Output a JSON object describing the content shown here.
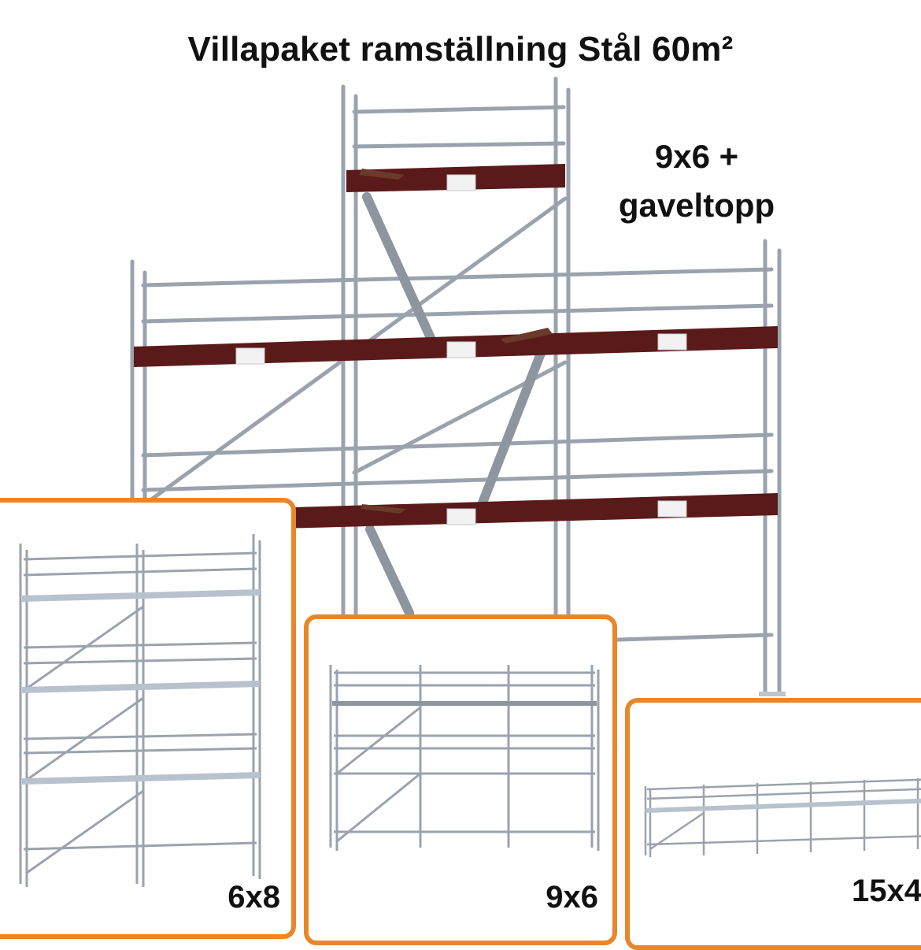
{
  "title": "Villapaket ramställning Stål 60m²",
  "main_label": {
    "line1": "9x6 +",
    "line2": "gaveltopp"
  },
  "cards": [
    {
      "id": "6x8",
      "label": "6x8"
    },
    {
      "id": "9x6",
      "label": "9x6"
    },
    {
      "id": "15x4",
      "label": "15x4"
    }
  ],
  "colors": {
    "card_border": "#e8872a",
    "deck": "#5a1a1a",
    "steel": "#9aa3ad",
    "plank": "#b8c2cc"
  }
}
